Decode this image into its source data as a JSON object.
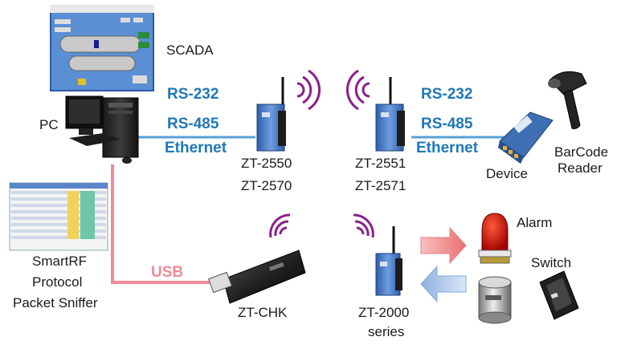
{
  "labels": {
    "scada": "SCADA",
    "pc": "PC",
    "smartrf_line1": "SmartRF",
    "smartrf_line2": "Protocol",
    "smartrf_line3": "Packet Sniffer",
    "zt_chk": "ZT-CHK",
    "zt2550": "ZT-2550",
    "zt2570": "ZT-2570",
    "zt2551": "ZT-2551",
    "zt2571": "ZT-2571",
    "device": "Device",
    "barcode_line1": "BarCode",
    "barcode_line2": "Reader",
    "alarm": "Alarm",
    "switch": "Switch",
    "zt2000_line1": "ZT-2000",
    "zt2000_line2": "series"
  },
  "links": {
    "left": {
      "rs232": "RS-232",
      "rs485": "RS-485",
      "ethernet": "Ethernet"
    },
    "right": {
      "rs232": "RS-232",
      "rs485": "RS-485",
      "ethernet": "Ethernet"
    },
    "usb": "USB"
  },
  "colors": {
    "serial_line": "#5aa0d6",
    "usb_line": "#f28a98",
    "protocol_text": "#1f78b8",
    "wireless_waves": "#8b1e8b",
    "module_blue": "#5d8fd0",
    "arrow_right": "#f0908f",
    "arrow_left": "#a9c3e8"
  }
}
